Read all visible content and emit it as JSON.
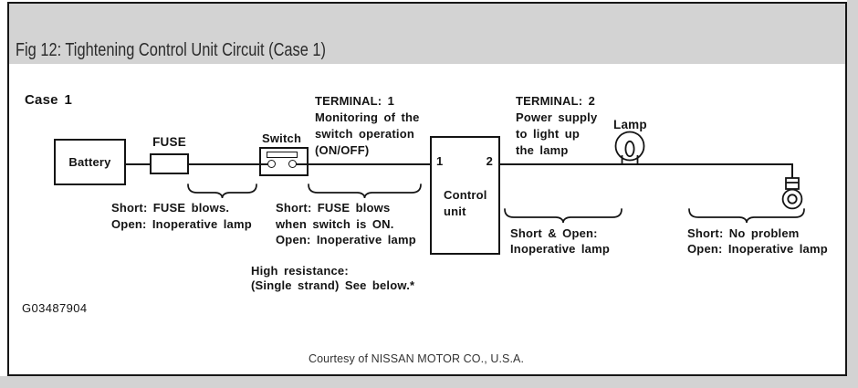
{
  "window": {
    "title": "Fig 12: Tightening Control Unit Circuit (Case 1)"
  },
  "figure": {
    "case_label": "Case 1",
    "code": "G03487904",
    "courtesy": "Courtesy of NISSAN MOTOR CO., U.S.A.",
    "components": {
      "battery": "Battery",
      "fuse": "FUSE",
      "switch": "Switch",
      "control_unit": "Control\nunit",
      "lamp": "Lamp",
      "terminal_1": "1",
      "terminal_2": "2"
    },
    "annotations": {
      "terminal_1": "TERMINAL: 1\nMonitoring of the\nswitch operation\n(ON/OFF)",
      "terminal_2": "TERMINAL: 2\nPower supply\nto light up\nthe lamp",
      "fuse_wire": "Short: FUSE blows.\nOpen: Inoperative lamp",
      "switch_wire": "Short: FUSE blows\nwhen switch is ON.\nOpen: Inoperative lamp",
      "switch_wire_note": "High resistance:\n(Single strand) See below.*",
      "lamp_wire": "Short & Open:\nInoperative lamp",
      "ground_wire": "Short: No problem\nOpen: Inoperative lamp"
    }
  },
  "colors": {
    "titlebar_bg": "#d3d3d3",
    "page_shadow": "#d3d3d3",
    "panel_border": "#161616",
    "ink": "#141414",
    "title_text": "#2b2b2b"
  }
}
